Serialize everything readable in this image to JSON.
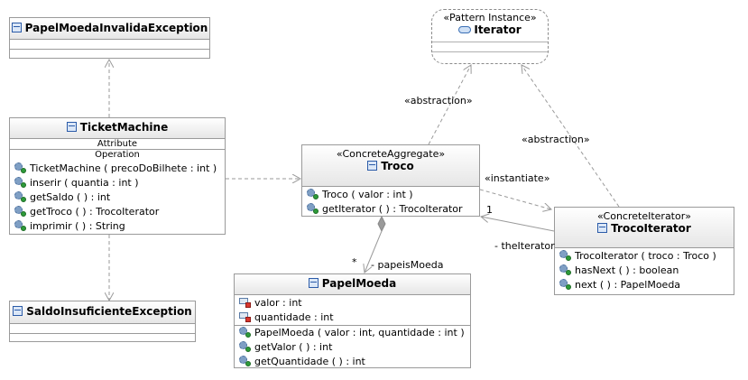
{
  "classes": {
    "papel_moeda_invalida": {
      "name": "PapelMoedaInvalidaException"
    },
    "saldo_insuficiente": {
      "name": "SaldoInsuficienteException"
    },
    "ticket_machine": {
      "name": "TicketMachine",
      "attribute_section": "Attribute",
      "operation_section": "Operation",
      "operations": [
        "TicketMachine ( precoDoBilhete : int )",
        "inserir ( quantia : int )",
        "getSaldo ( ) : int",
        "getTroco ( ) : TrocoIterator",
        "imprimir ( ) : String"
      ]
    },
    "iterator_pattern": {
      "stereotype": "«Pattern Instance»",
      "name": "Iterator"
    },
    "troco": {
      "stereotype": "«ConcreteAggregate»",
      "name": "Troco",
      "operations": [
        "Troco ( valor : int )",
        "getIterator ( ) : TrocoIterator"
      ]
    },
    "troco_iterator": {
      "stereotype": "«ConcreteIterator»",
      "name": "TrocoIterator",
      "operations": [
        "TrocoIterator ( troco : Troco )",
        "hasNext ( ) : boolean",
        "next ( ) : PapelMoeda"
      ]
    },
    "papel_moeda": {
      "name": "PapelMoeda",
      "attributes": [
        "valor : int",
        "quantidade : int"
      ],
      "operations": [
        "PapelMoeda ( valor : int, quantidade : int )",
        "getValor ( ) : int",
        "getQuantidade ( ) : int"
      ]
    }
  },
  "edge_labels": {
    "abstraction_troco": "«abstraction»",
    "abstraction_iterator": "«abstraction»",
    "instantiate": "«instantiate»",
    "multiplicity_one": "1",
    "role_the_iterator": "- theIterator",
    "multiplicity_many": "*",
    "role_papeis_moeda": "- papeisMoeda"
  },
  "colors": {
    "line": "#9a9a9a",
    "class_icon": "#2b5ba8",
    "visibility_public": "#2e9b3a",
    "visibility_private": "#d9362e"
  }
}
